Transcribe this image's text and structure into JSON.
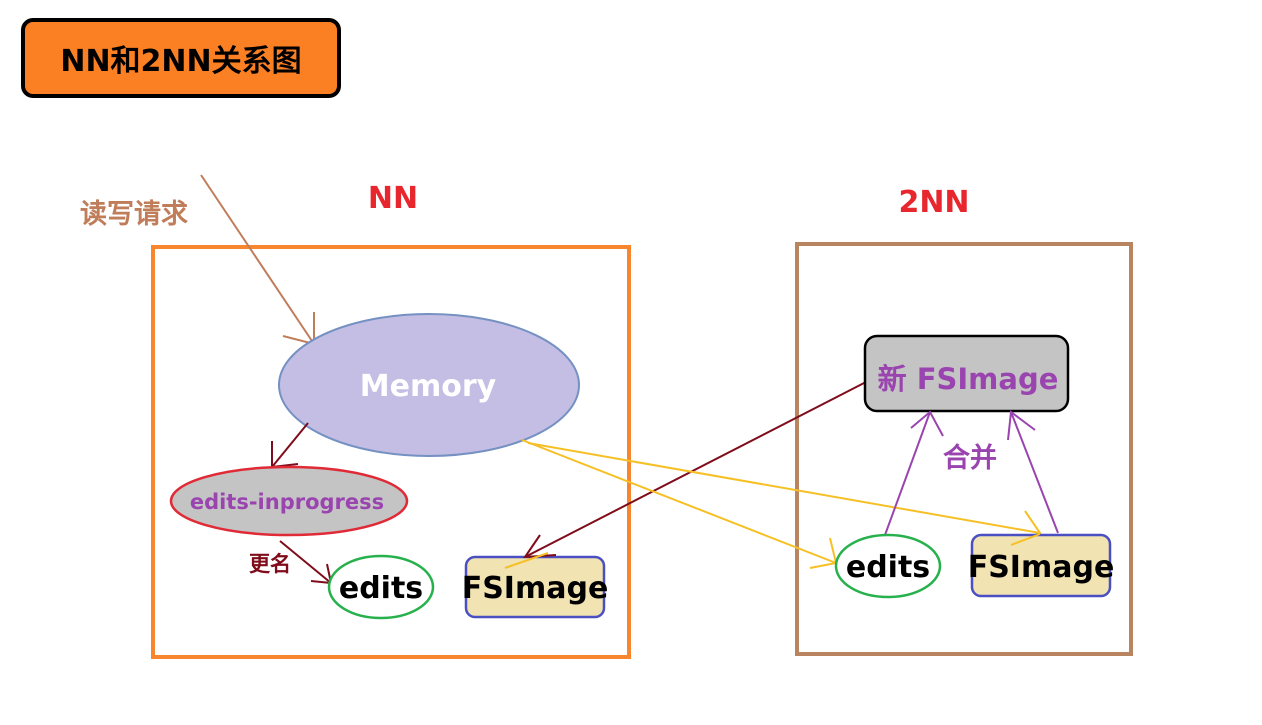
{
  "title": "NN和2NN关系图",
  "request_label": "读写请求",
  "nn": {
    "label": "NN",
    "memory": "Memory",
    "edits_inprogress": "edits-inprogress",
    "rename_label": "更名",
    "edits": "edits",
    "fsimage": "FSImage"
  },
  "snn": {
    "label": "2NN",
    "new_fsimage": "新 FSImage",
    "merge_label": "合并",
    "edits": "edits",
    "fsimage": "FSImage"
  },
  "colors": {
    "title_bg": "#fb7f23",
    "nn_border": "#f7862f",
    "snn_border": "#b98560",
    "memory_fill": "#c4bde4",
    "memory_stroke": "#7491c2",
    "inprogress_fill": "#c4c4c4",
    "inprogress_stroke": "#e02a36",
    "edits_stroke": "#27b14c",
    "fsimage_fill": "#f1e3b2",
    "fsimage_stroke": "#4a4fc2",
    "new_fsimage_fill": "#c4c4c4",
    "label_red": "#e8262e",
    "request_color": "#c07d5a",
    "dark_red": "#7f0c1a",
    "yellow": "#f6c025",
    "purple": "#9a44b0"
  }
}
